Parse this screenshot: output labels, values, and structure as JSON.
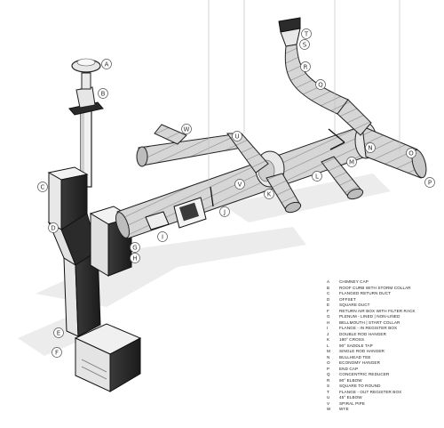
{
  "callouts": [
    "A",
    "B",
    "C",
    "D",
    "E",
    "F",
    "G",
    "H",
    "I",
    "J",
    "K",
    "L",
    "M",
    "N",
    "O",
    "P",
    "Q",
    "R",
    "S",
    "T",
    "U",
    "V",
    "W"
  ],
  "legend": [
    {
      "letter": "A",
      "desc": "CHIMNEY CAP"
    },
    {
      "letter": "B",
      "desc": "ROOF CURB WITH STORM COLLAR"
    },
    {
      "letter": "C",
      "desc": "FLANGED RETURN DUCT"
    },
    {
      "letter": "D",
      "desc": "OFFSET"
    },
    {
      "letter": "E",
      "desc": "SQUARE DUCT"
    },
    {
      "letter": "F",
      "desc": "RETURN AIR BOX WITH FILTER RACK"
    },
    {
      "letter": "G",
      "desc": "PLENUM - LINED | NON-LINED"
    },
    {
      "letter": "H",
      "desc": "BELLMOUTH | START COLLAR"
    },
    {
      "letter": "I",
      "desc": "FLANGE - IN REGISTER BOX"
    },
    {
      "letter": "J",
      "desc": "DOUBLE ROD HANGER"
    },
    {
      "letter": "K",
      "desc": "180° CROSS"
    },
    {
      "letter": "L",
      "desc": "90° SADDLE TAP"
    },
    {
      "letter": "M",
      "desc": "SINGLE ROD HANGER"
    },
    {
      "letter": "N",
      "desc": "BULLHEAD TEE"
    },
    {
      "letter": "O",
      "desc": "ECONOMY HANGER"
    },
    {
      "letter": "P",
      "desc": "END CAP"
    },
    {
      "letter": "Q",
      "desc": "CONCENTRIC REDUCER"
    },
    {
      "letter": "R",
      "desc": "90° ELBOW"
    },
    {
      "letter": "S",
      "desc": "SQUARE TO ROUND"
    },
    {
      "letter": "T",
      "desc": "FLANGE - OUT REGISTER BOX"
    },
    {
      "letter": "U",
      "desc": "45° ELBOW"
    },
    {
      "letter": "V",
      "desc": "SPIRAL PIPE"
    },
    {
      "letter": "W",
      "desc": "WYE"
    }
  ]
}
